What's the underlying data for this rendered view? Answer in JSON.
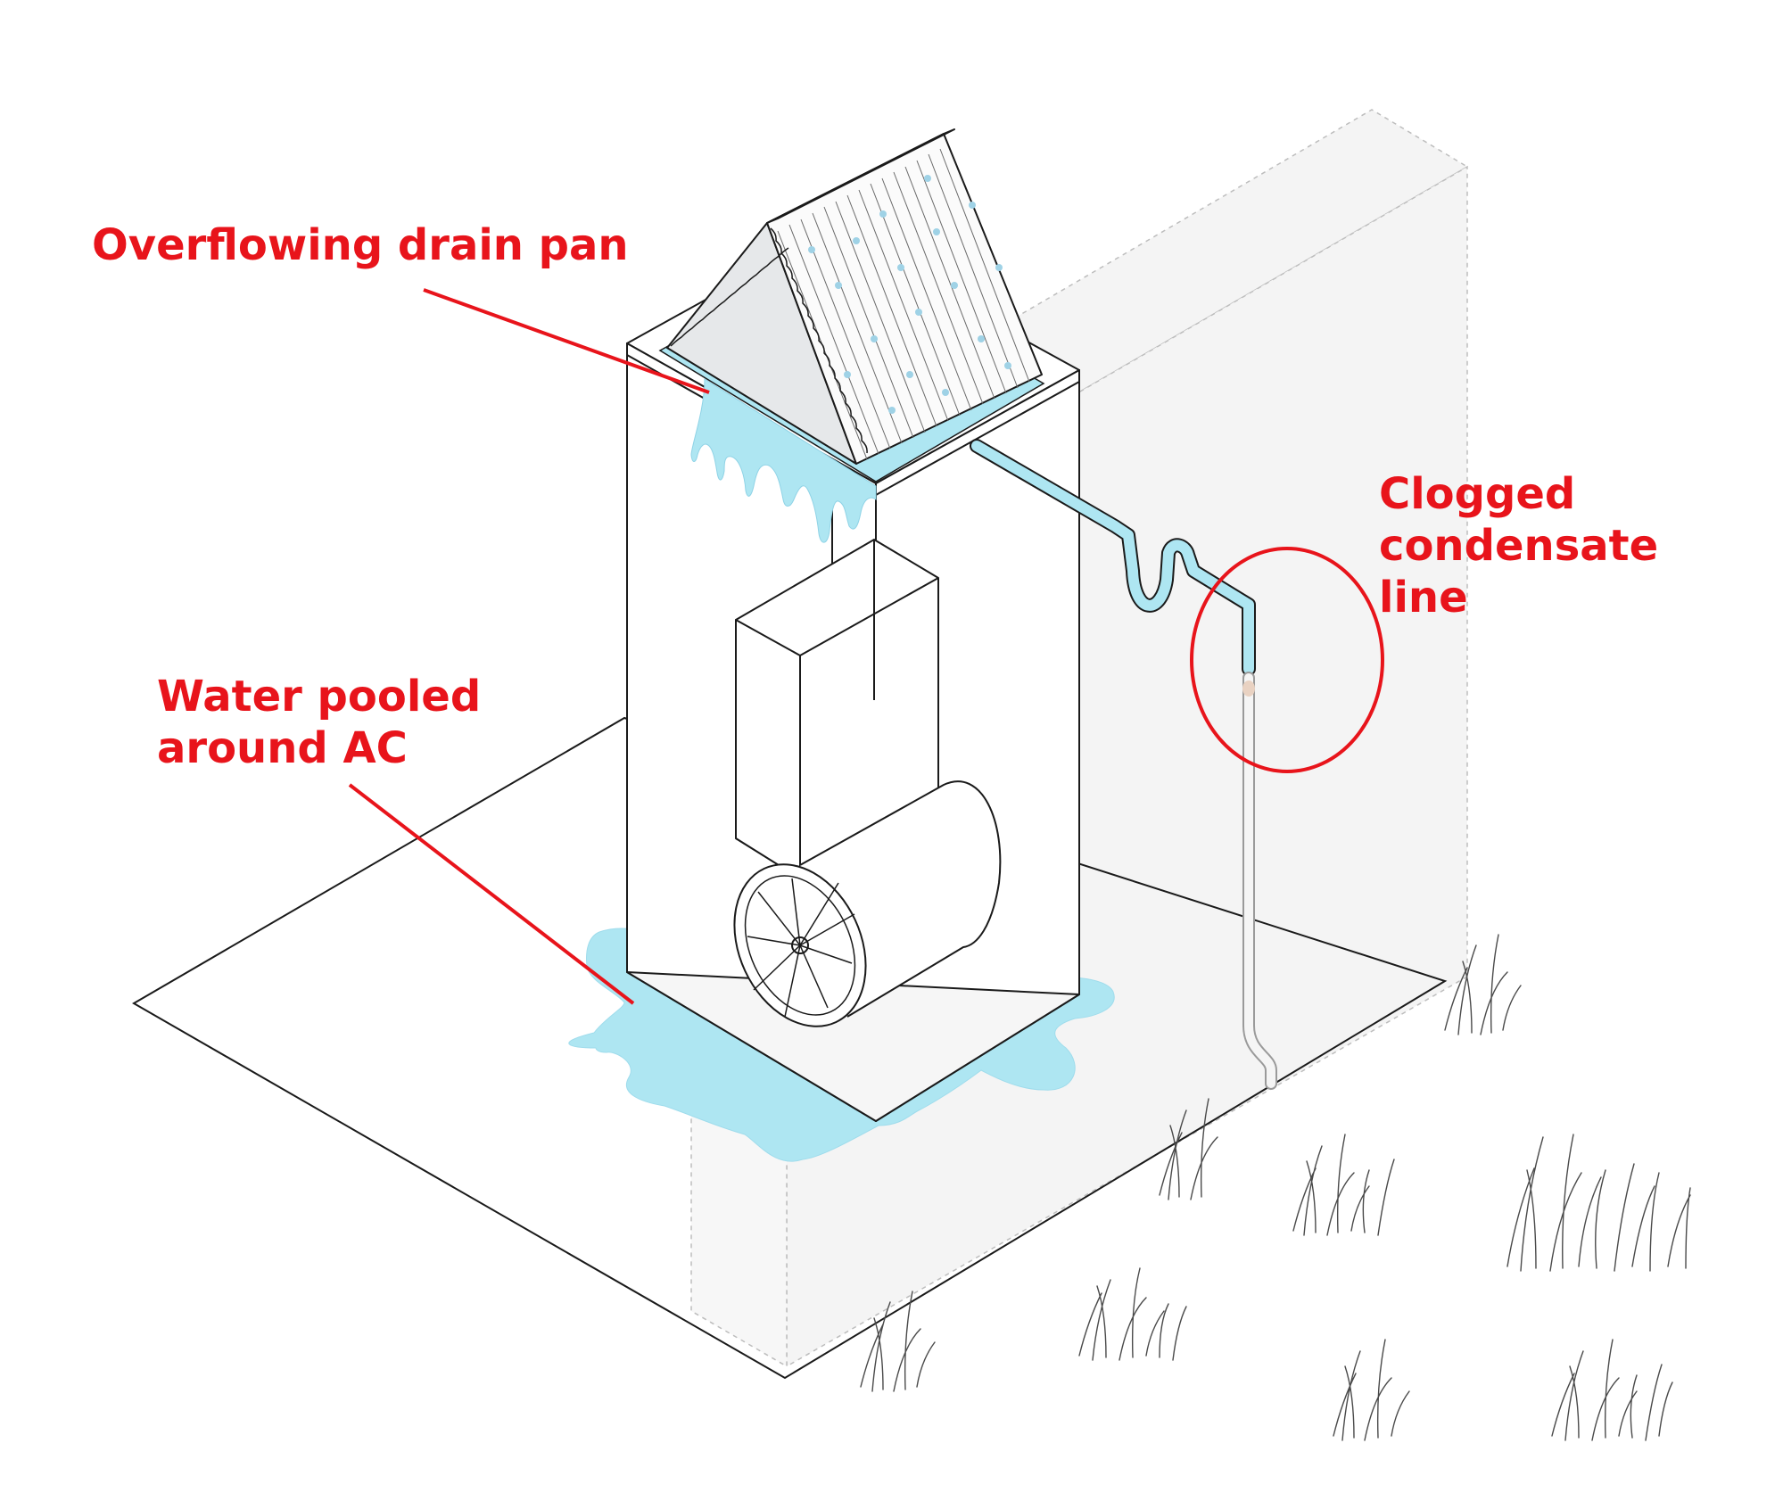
{
  "colors": {
    "annotation": "#e8141b",
    "water": "#aee6f2",
    "water_edge": "#8fd3e6",
    "outline": "#1a1a1a",
    "wall_fill": "#f4f4f4",
    "wall_edge": "#bdbdbd",
    "coil_panel": "#e6e8ea",
    "clog": "#e9d2c2"
  },
  "icons": [
    "evaporator-coil-icon",
    "blower-fan-icon",
    "drain-pipe-icon",
    "grass-icon",
    "water-puddle-icon"
  ],
  "annotations": {
    "drain_pan": "Overflowing drain pan",
    "pooled_water": "Water pooled\naround AC",
    "clogged_line": "Clogged\ncondensate\nline"
  }
}
